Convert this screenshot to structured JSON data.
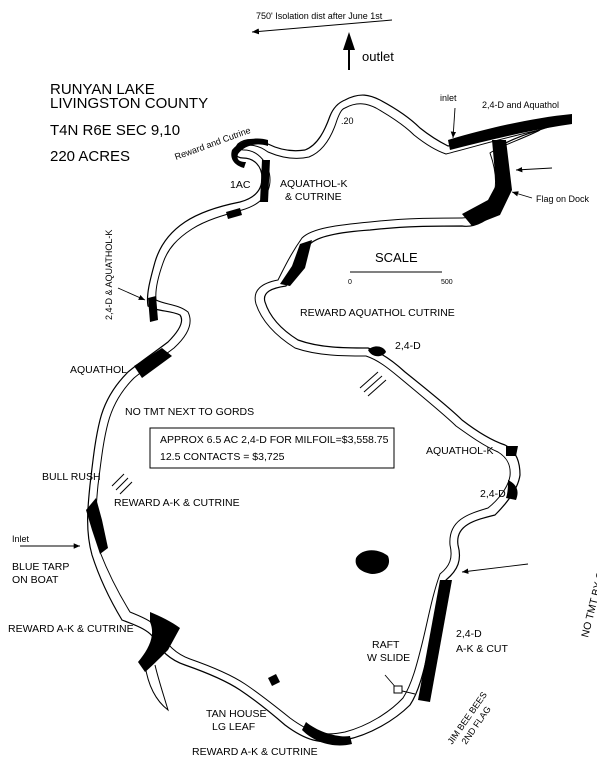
{
  "header": {
    "lake_name": "RUNYAN LAKE",
    "county": "LIVINGSTON COUNTY",
    "township": "T4N R6E SEC 9,10",
    "acres": "220 ACRES"
  },
  "isolation_note": "750' Isolation dist after June 1st",
  "outlet_label": "outlet",
  "inlet_labels": [
    "inlet",
    "Inlet"
  ],
  "scale": {
    "title": "SCALE",
    "min": "0",
    "max": "500"
  },
  "summary_box": {
    "line1": "APPROX 6.5 AC 2,4-D FOR MILFOIL=$3,558.75",
    "line2": "12.5 CONTACTS = $3,725"
  },
  "treatment_labels": {
    "reward_cutrine_top": "Reward and Cutrine",
    "one_ac": "1AC",
    "point_20": ".20",
    "aquathol_k_cutrine_1": "AQUATHOL-K",
    "aquathol_k_cutrine_2": "& CUTRINE",
    "twofour_d_aquathol_ne": "2,4-D and Aquathol",
    "flag_on_dock": "Flag on Dock",
    "twofour_d_aquathol_k_vertical": "2,4-D & AQUATHOL-K",
    "reward_aquathol_cutrine": "REWARD AQUATHOL CUTRINE",
    "twofour_d_mid": "2,4-D",
    "aquathol_w": "AQUATHOL",
    "no_tmt_gords": "NO TMT NEXT TO GORDS",
    "aquathol_k_e": "AQUATHOL-K",
    "bull_rush": "BULL RUSH",
    "reward_ak_cutrine_1": "REWARD A-K & CUTRINE",
    "twofour_d_e": "2,4-D",
    "blue_tarp_1": "BLUE TARP",
    "blue_tarp_2": "ON BOAT",
    "no_tmt_gazebo": "NO TMT BY GREEN GAZEBO",
    "reward_ak_cutrine_2": "REWARD A-K & CUTRINE",
    "twofour_d_se": "2,4-D",
    "ak_cut": "A-K & CUT",
    "raft_1": "RAFT",
    "raft_2": "W SLIDE",
    "tan_house_1": "TAN HOUSE",
    "tan_house_2": "LG LEAF",
    "jim_bee_1": "JIM BEE BEES",
    "jim_bee_2": "2ND FLAG",
    "reward_ak_cutrine_3": "REWARD A-K & CUTRINE"
  }
}
